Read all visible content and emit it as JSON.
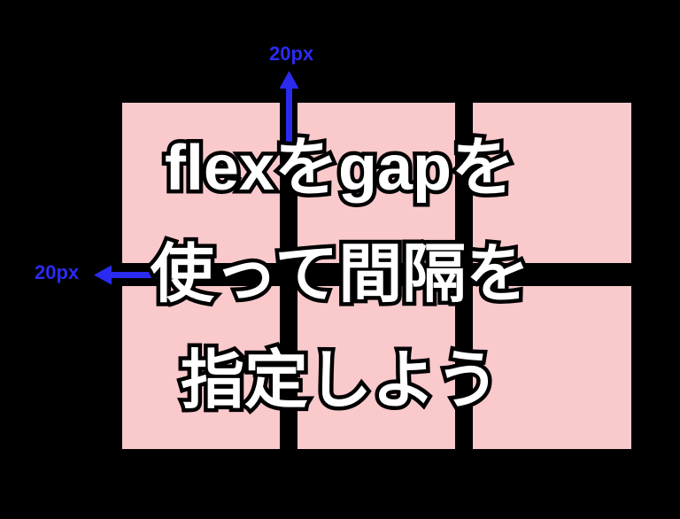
{
  "headline": {
    "lines": [
      "flexをgapを",
      "使って間隔を",
      "指定しよう"
    ]
  },
  "annotations": {
    "top_gap_label": "20px",
    "left_gap_label": "20px"
  },
  "grid": {
    "columns": 3,
    "rows": 2,
    "tile_count": 6
  },
  "colors": {
    "background": "#000000",
    "tile": "#f9c9cb",
    "arrow": "#2b2bf0",
    "headline_fill": "#ffffff",
    "headline_stroke": "#000000"
  }
}
